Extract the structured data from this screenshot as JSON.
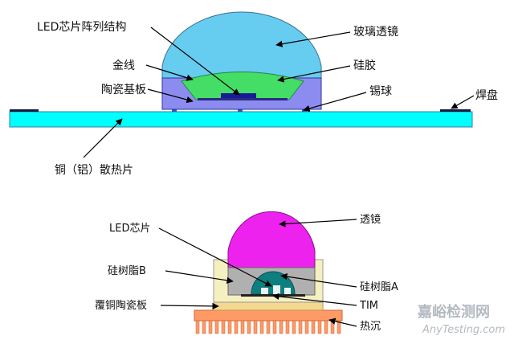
{
  "top_diagram": {
    "labels": {
      "led_chip_array": "LED芯片阵列结构",
      "gold_wire": "金线",
      "ceramic_substrate": "陶瓷基板",
      "glass_lens": "玻璃透镜",
      "silicone": "硅胶",
      "solder_ball": "锡球",
      "pad": "焊盘",
      "heat_sink": "铜（铝）散热片"
    }
  },
  "bottom_diagram": {
    "labels": {
      "led_chip": "LED芯片",
      "lens": "透镜",
      "silicone_resin_b": "硅树脂B",
      "silicone_resin_a": "硅树脂A",
      "dbc_ceramic_board": "覆铜陶瓷板",
      "tim": "TIM",
      "heat_sink": "热沉"
    }
  },
  "watermark": {
    "title": "嘉峪检测网",
    "url": "AnyTesting.com"
  },
  "colors": {
    "heat_sink_plate": "#00ffff",
    "glass_lens": "#66ccf0",
    "silicone": "#44dd66",
    "substrate": "#8c8cf0",
    "chip": "#1a1a99",
    "magenta_lens": "#ee22ee",
    "ivory_frame": "#f5f0c0",
    "teal_dome": "#0e7f7f",
    "grey_resin": "#b0b0b0",
    "copper_board": "#f5d890",
    "orange_sink": "#ff9966"
  }
}
